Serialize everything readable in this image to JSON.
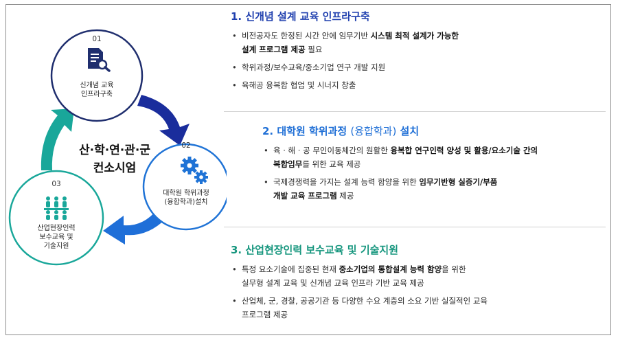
{
  "cycle": {
    "center_line1": "산·학·연·관·군",
    "center_line2": "컨소시엄",
    "nodes": [
      {
        "num": "01",
        "line1": "신개념 교육",
        "line2": "인프라구축",
        "icon": "document-search-icon"
      },
      {
        "num": "02",
        "line1": "대학원 학위과정",
        "line2": "(융합학과)설치",
        "icon": "gears-icon"
      },
      {
        "num": "03",
        "line1": "산업현장인력",
        "line2": "보수교육 및",
        "line3": "기술지원",
        "icon": "meeting-people-icon"
      }
    ],
    "colors": {
      "navy": "#1f2e6e",
      "blue": "#1f73d6",
      "teal": "#19a79a",
      "arrow_navy": "#1a2d9c",
      "arrow_blue": "#1f6fd8"
    }
  },
  "sections": [
    {
      "title": "1. 신개념 설계 교육 인프라구축",
      "color": "#1f3fae",
      "bullets": [
        {
          "line1": [
            {
              "t": "비전공자도 한정된 시간 안에  임무기반 "
            },
            {
              "t": "시스템 최적 설계가 가능한",
              "b": true
            }
          ],
          "line2": [
            {
              "t": "설계 프로그램 제공",
              "b": true
            },
            {
              "t": " 필요"
            }
          ]
        },
        {
          "line1": [
            {
              "t": "학위과정/보수교육/중소기업  연구 개발 지원"
            }
          ]
        },
        {
          "line1": [
            {
              "t": "육해공 융복합 협업 및 시너지 창출"
            }
          ]
        }
      ]
    },
    {
      "title_parts": [
        {
          "t": "2. 대학원 학위과정 "
        },
        {
          "t": "(융합학과)",
          "light": true
        },
        {
          "t": " 설치"
        }
      ],
      "color": "#1f6fd6",
      "bullets": [
        {
          "line1": [
            {
              "t": "육 · 해 · 공 무인이동체간의 원활한 "
            },
            {
              "t": "융복합 연구인력 양성 및 활용/요소기술 간의",
              "b": true
            }
          ],
          "line2": [
            {
              "t": "복합임무",
              "b": true
            },
            {
              "t": "를 위한 교육 제공"
            }
          ]
        },
        {
          "line1": [
            {
              "t": "국제경쟁력을 가지는 설계 능력 함양을 위한 "
            },
            {
              "t": "임무기반형 실증기/부품",
              "b": true
            }
          ],
          "line2": [
            {
              "t": "개발 교육 프로그램",
              "b": true
            },
            {
              "t": " 제공"
            }
          ]
        }
      ]
    },
    {
      "title": "3. 산업현장인력 보수교육 및 기술지원",
      "color": "#16967e",
      "bullets": [
        {
          "line1": [
            {
              "t": "특정 요소기술에 집중된 현재 "
            },
            {
              "t": "중소기업의 통합설계 능력 함양",
              "b": true
            },
            {
              "t": "을 위한"
            }
          ],
          "line2": [
            {
              "t": "실무형 설계 교육 및 신개념 교육 인프라 기반 교육 제공"
            }
          ]
        },
        {
          "line1": [
            {
              "t": "산업체, 군, 경찰, 공공기관 등 다양한 수요 계층의 소요 기반 실질적인 교육"
            }
          ],
          "line2": [
            {
              "t": "프로그램 제공"
            }
          ]
        }
      ]
    }
  ]
}
